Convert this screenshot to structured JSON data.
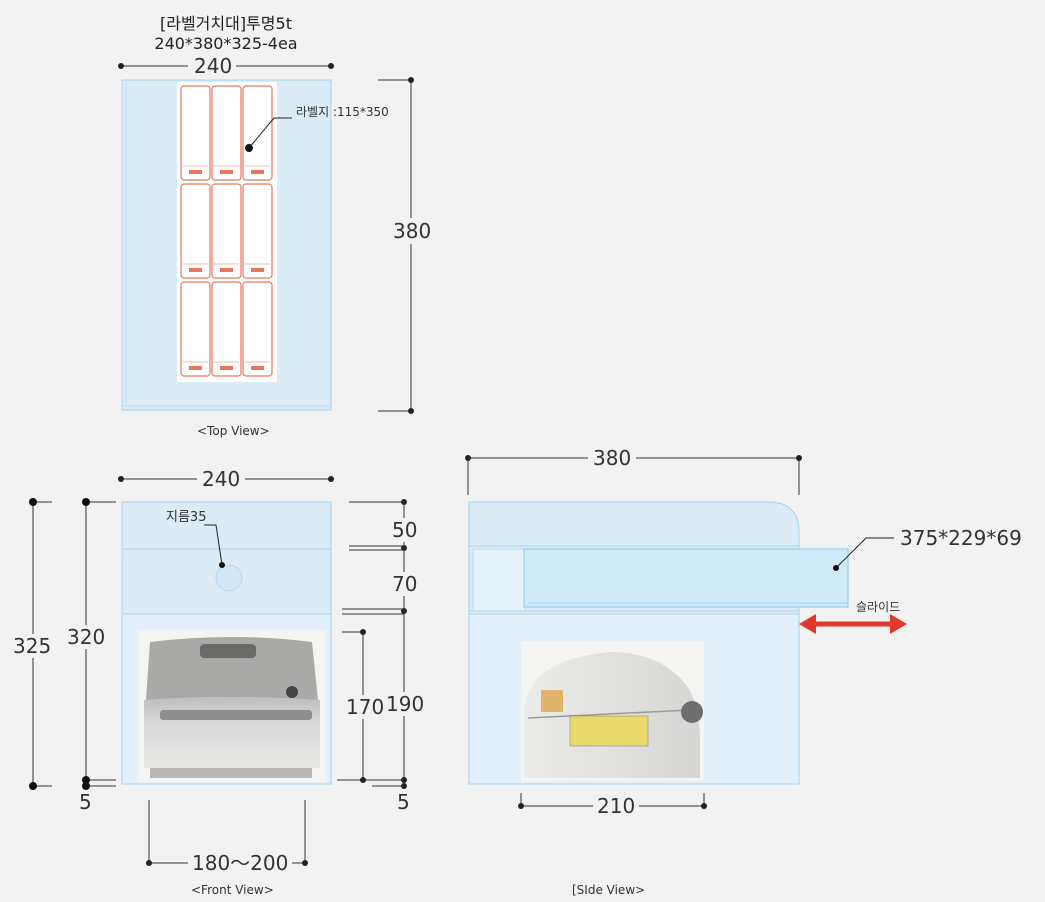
{
  "title": {
    "line1": "[라벨거치대]투명5t",
    "line2": "240*380*325-4ea"
  },
  "top_view": {
    "width": "240",
    "height": "380",
    "label_paper": "라벨지 :115*350",
    "caption": "<Top View>"
  },
  "front_view": {
    "width": "240",
    "diameter": "지름35",
    "total_height": "325",
    "inner_height": "320",
    "upper_gap": "50",
    "middle_gap": "70",
    "printer_height": "170",
    "lower_height": "190",
    "bottom_left": "5",
    "bottom_right": "5",
    "printer_width": "180～200",
    "caption": "<Front View>"
  },
  "side_view": {
    "depth": "380",
    "tray_size": "375*229*69",
    "slide": "슬라이드",
    "printer_depth": "210",
    "caption": "[SIde View>"
  },
  "colors": {
    "acrylic_fill": "#dcecf7",
    "acrylic_edge": "#a9d4ee",
    "tray_fill": "#cfeaf8",
    "arrow": "#e0382b",
    "label_border": "#e5775d"
  }
}
